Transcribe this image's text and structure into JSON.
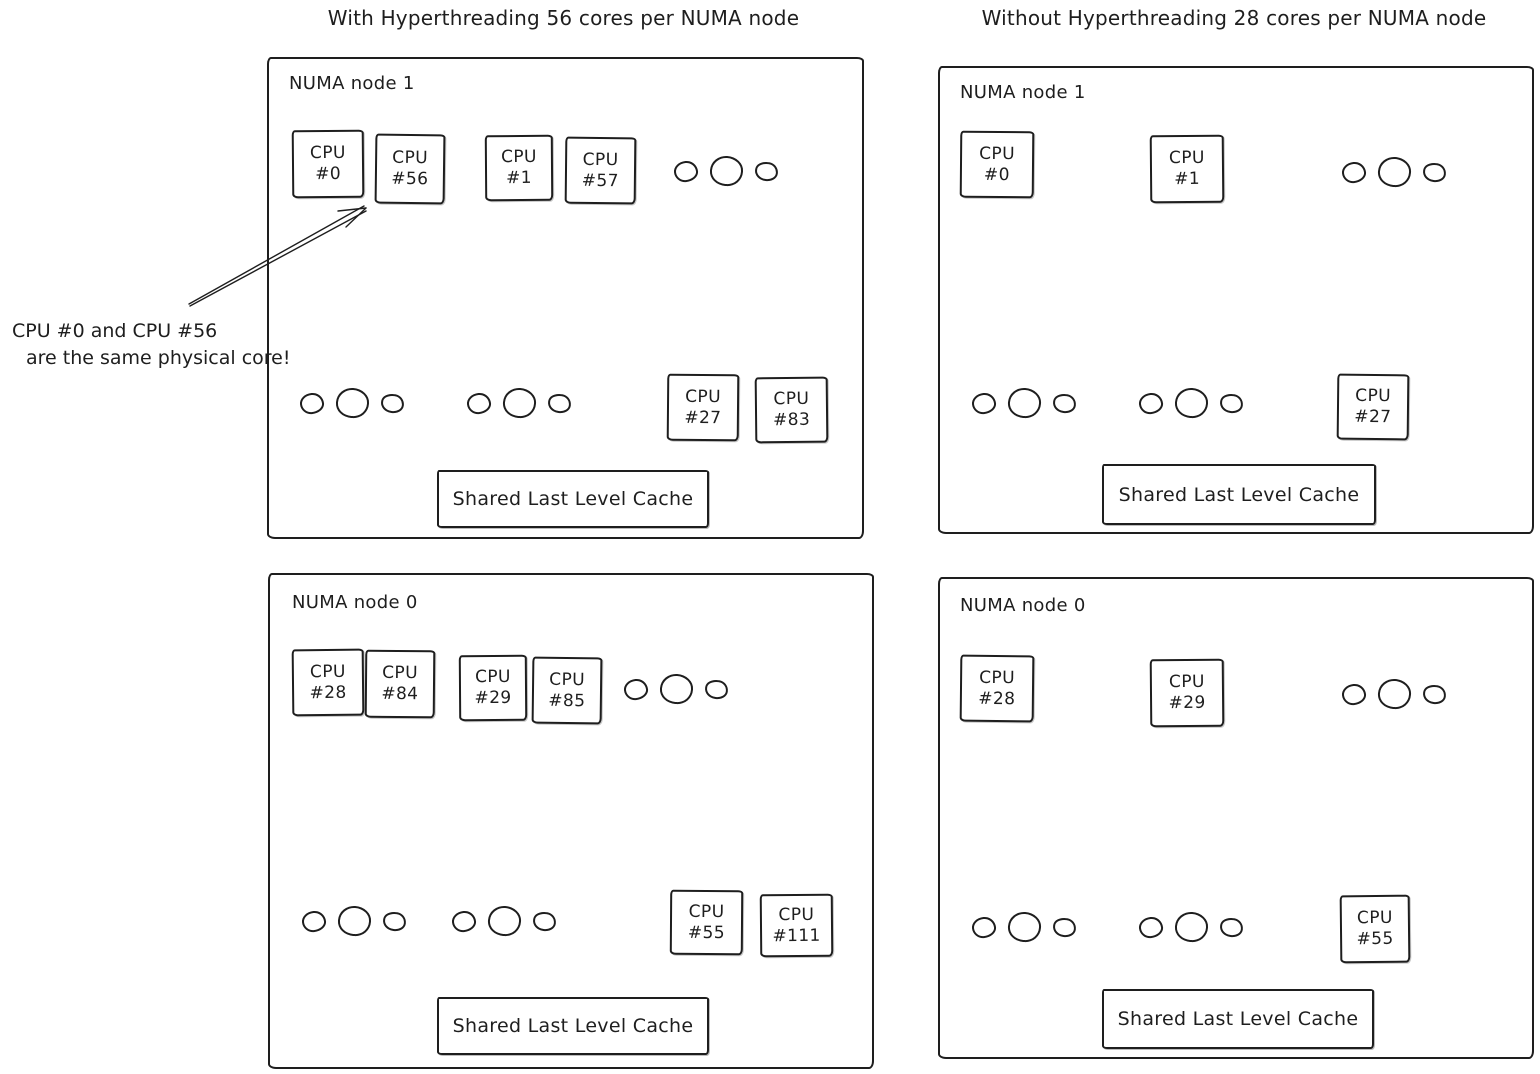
{
  "colors": {
    "ink": "#1e1e1e",
    "background": "#ffffff"
  },
  "titles": {
    "left": "With Hyperthreading 56 cores per NUMA node",
    "right": "Without Hyperthreading 28 cores per NUMA node"
  },
  "annotation": {
    "line1": "CPU #0 and CPU #56",
    "line2": "are the same physical core!"
  },
  "panels": [
    {
      "label": "NUMA node 1",
      "cache": "Shared Last Level Cache",
      "cpus_top": [
        [
          "CPU",
          "#0"
        ],
        [
          "CPU",
          "#56"
        ],
        [
          "CPU",
          "#1"
        ],
        [
          "CPU",
          "#57"
        ]
      ],
      "cpus_bottom": [
        [
          "CPU",
          "#27"
        ],
        [
          "CPU",
          "#83"
        ]
      ]
    },
    {
      "label": "NUMA node 1",
      "cache": "Shared Last Level Cache",
      "cpus_top": [
        [
          "CPU",
          "#0"
        ],
        [
          "CPU",
          "#1"
        ]
      ],
      "cpus_bottom": [
        [
          "CPU",
          "#27"
        ]
      ]
    },
    {
      "label": "NUMA node 0",
      "cache": "Shared Last Level Cache",
      "cpus_top": [
        [
          "CPU",
          "#28"
        ],
        [
          "CPU",
          "#84"
        ],
        [
          "CPU",
          "#29"
        ],
        [
          "CPU",
          "#85"
        ]
      ],
      "cpus_bottom": [
        [
          "CPU",
          "#55"
        ],
        [
          "CPU",
          "#111"
        ]
      ]
    },
    {
      "label": "NUMA node 0",
      "cache": "Shared Last Level Cache",
      "cpus_top": [
        [
          "CPU",
          "#28"
        ],
        [
          "CPU",
          "#29"
        ]
      ],
      "cpus_bottom": [
        [
          "CPU",
          "#55"
        ]
      ]
    }
  ]
}
